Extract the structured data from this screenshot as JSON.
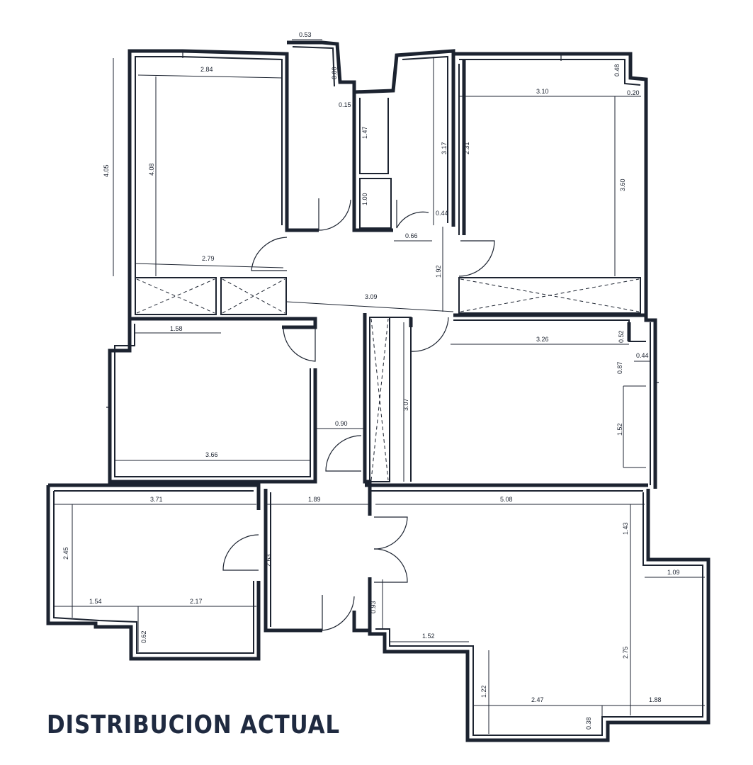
{
  "title": "DISTRIBUCION ACTUAL",
  "colors": {
    "ink": "#1c2330",
    "title": "#1f2a40"
  },
  "dimensions": [
    {
      "id": "d053",
      "text": "0.53"
    },
    {
      "id": "d284",
      "text": "2.84"
    },
    {
      "id": "d000",
      "text": "0.00"
    },
    {
      "id": "d015",
      "text": "0.15"
    },
    {
      "id": "d147",
      "text": "1.47"
    },
    {
      "id": "d317",
      "text": "3.17"
    },
    {
      "id": "d048",
      "text": "0.48"
    },
    {
      "id": "d310",
      "text": "3.10"
    },
    {
      "id": "d020",
      "text": "0.20"
    },
    {
      "id": "d405",
      "text": "4.05"
    },
    {
      "id": "d408",
      "text": "4.08"
    },
    {
      "id": "d231",
      "text": "2.31"
    },
    {
      "id": "d360",
      "text": "3.60"
    },
    {
      "id": "d100",
      "text": "1.00"
    },
    {
      "id": "d044a",
      "text": "0.44"
    },
    {
      "id": "d066",
      "text": "0.66"
    },
    {
      "id": "d279",
      "text": "2.79"
    },
    {
      "id": "d192",
      "text": "1.92"
    },
    {
      "id": "d309",
      "text": "3.09"
    },
    {
      "id": "d158",
      "text": "1.58"
    },
    {
      "id": "d326",
      "text": "3.26"
    },
    {
      "id": "d052",
      "text": "0.52"
    },
    {
      "id": "d044b",
      "text": "0.44"
    },
    {
      "id": "d087",
      "text": "0.87"
    },
    {
      "id": "d307",
      "text": "3.07"
    },
    {
      "id": "d090",
      "text": "0.90"
    },
    {
      "id": "d152a",
      "text": "1.52"
    },
    {
      "id": "d366",
      "text": "3.66"
    },
    {
      "id": "d371",
      "text": "3.71"
    },
    {
      "id": "d189",
      "text": "1.89"
    },
    {
      "id": "d508",
      "text": "5.08"
    },
    {
      "id": "d143",
      "text": "1.43"
    },
    {
      "id": "d245",
      "text": "2.45"
    },
    {
      "id": "d263",
      "text": "2.63"
    },
    {
      "id": "d109",
      "text": "1.09"
    },
    {
      "id": "d154",
      "text": "1.54"
    },
    {
      "id": "d217",
      "text": "2.17"
    },
    {
      "id": "d093",
      "text": "0.93"
    },
    {
      "id": "d062",
      "text": "0.62"
    },
    {
      "id": "d152b",
      "text": "1.52"
    },
    {
      "id": "d275",
      "text": "2.75"
    },
    {
      "id": "d122",
      "text": "1.22"
    },
    {
      "id": "d247",
      "text": "2.47"
    },
    {
      "id": "d188",
      "text": "1.88"
    },
    {
      "id": "d038",
      "text": "0.38"
    }
  ]
}
